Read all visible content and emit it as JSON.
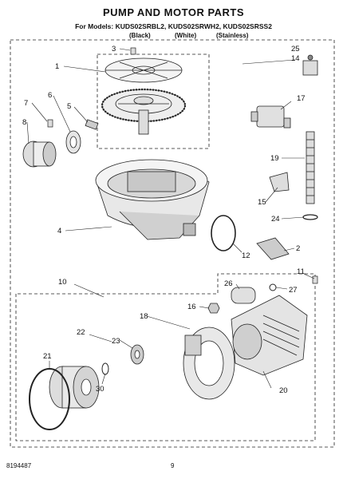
{
  "header": {
    "title": "PUMP AND MOTOR PARTS",
    "models_line": "For Models: KUDS02SRBL2, KUDS02SRWH2, KUDS02SRSS2",
    "colors": [
      "(Black)",
      "(White)",
      "(Stainless)"
    ]
  },
  "callouts": {
    "c1": "1",
    "c2": "2",
    "c3": "3",
    "c4": "4",
    "c5": "5",
    "c6": "6",
    "c7": "7",
    "c8": "8",
    "c10": "10",
    "c11": "11",
    "c12": "12",
    "c14": "14",
    "c15": "15",
    "c16": "16",
    "c17": "17",
    "c18": "18",
    "c19": "19",
    "c20": "20",
    "c21": "21",
    "c22": "22",
    "c23": "23",
    "c24": "24",
    "c25": "25",
    "c26": "26",
    "c27": "27",
    "c30": "30"
  },
  "footer": {
    "doc_number": "8194487",
    "page_number": "9"
  }
}
